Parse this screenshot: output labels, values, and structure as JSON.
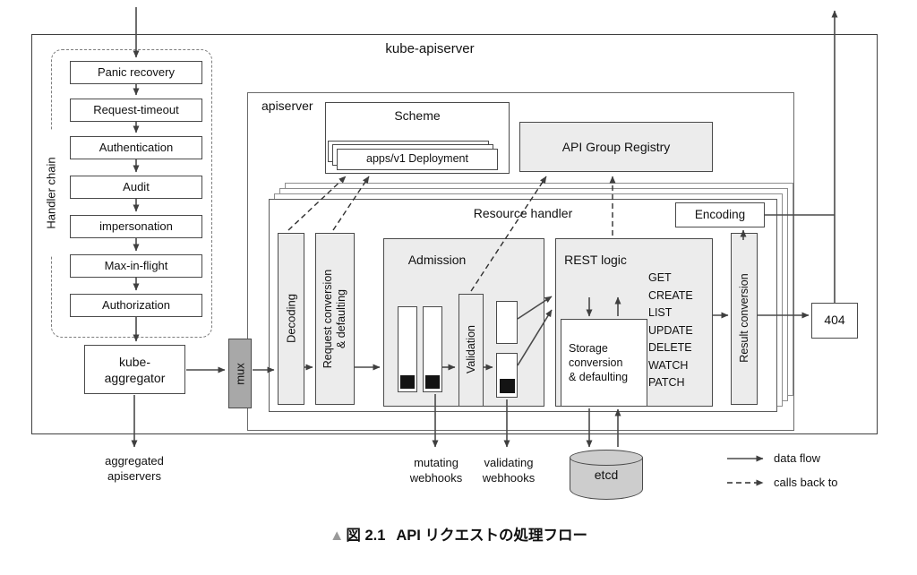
{
  "diagram": {
    "outer_title": "kube-apiserver",
    "apiserver_label": "apiserver",
    "handler_chain": {
      "label": "Handler chain",
      "items": [
        "Panic recovery",
        "Request-timeout",
        "Authentication",
        "Audit",
        "impersonation",
        "Max-in-flight",
        "Authorization"
      ]
    },
    "kube_aggregator": {
      "line1": "kube-",
      "line2": "aggregator"
    },
    "aggregated_apiservers": {
      "line1": "aggregated",
      "line2": "apiservers"
    },
    "mux_label": "mux",
    "scheme": {
      "label": "Scheme",
      "card": "apps/v1 Deployment"
    },
    "api_group_registry": "API Group Registry",
    "resource_handler": {
      "label": "Resource handler",
      "decoding": "Decoding",
      "request_conversion_line1": "Request conversion",
      "request_conversion_line2": "& defaulting",
      "admission": "Admission",
      "validation": "Validation",
      "rest_logic": {
        "label": "REST logic",
        "verbs": [
          "GET",
          "CREATE",
          "LIST",
          "UPDATE",
          "DELETE",
          "WATCH",
          "PATCH"
        ]
      },
      "storage_conversion": [
        "Storage",
        "conversion",
        "& defaulting"
      ],
      "result_conversion": "Result conversion",
      "encoding": "Encoding"
    },
    "not_found": "404",
    "etcd_label": "etcd",
    "mutating_webhooks": {
      "line1": "mutating",
      "line2": "webhooks"
    },
    "validating_webhooks": {
      "line1": "validating",
      "line2": "webhooks"
    },
    "legend": {
      "data_flow": "data flow",
      "calls_back_to": "calls back to"
    },
    "caption": {
      "marker": "▲",
      "number": "図 2.1",
      "text": "API リクエストの処理フロー"
    },
    "colors": {
      "line": "#4a4a4a",
      "panel_gray": "#ececec",
      "mux_gray": "#a8a8a8",
      "etcd_gray": "#cdcdcd"
    }
  }
}
